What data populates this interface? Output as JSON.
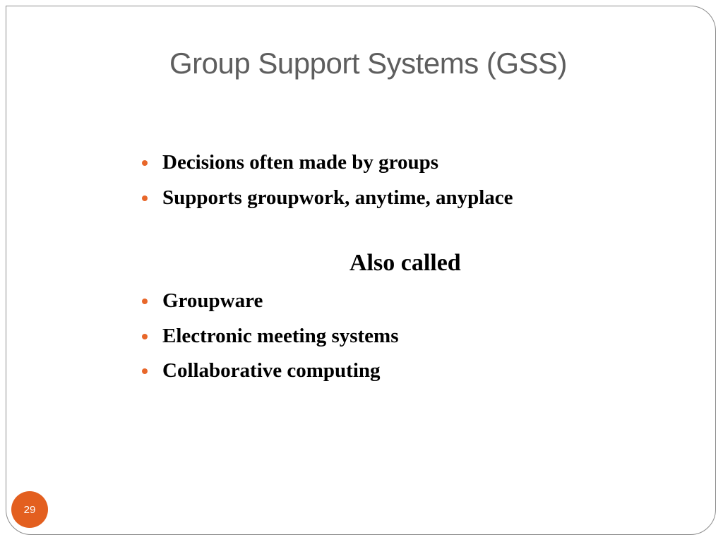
{
  "slide": {
    "title": "Group Support Systems (GSS)",
    "bullets_top": [
      "Decisions often made by groups",
      "Supports groupwork, anytime, anyplace"
    ],
    "subheading": "Also called",
    "bullets_bottom": [
      "Groupware",
      "Electronic meeting systems",
      "Collaborative computing"
    ],
    "page_number": "29"
  },
  "colors": {
    "accent": "#e35f1f",
    "title_text": "#5e5e5e",
    "body_text": "#000000",
    "frame_border": "#8c8c8c"
  }
}
